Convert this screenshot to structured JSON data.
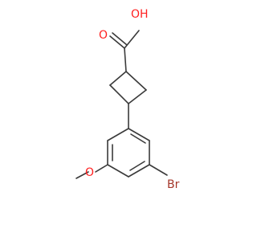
{
  "colors": {
    "carbon": "#3a3a3a",
    "oxygen": "#ff1f1f",
    "bromine": "#a5372a",
    "background": "#ffffff"
  },
  "labels": {
    "hydroxyl": "OH",
    "carbonyl_oxygen": "O",
    "ether_oxygen": "O",
    "bromine": "Br"
  }
}
